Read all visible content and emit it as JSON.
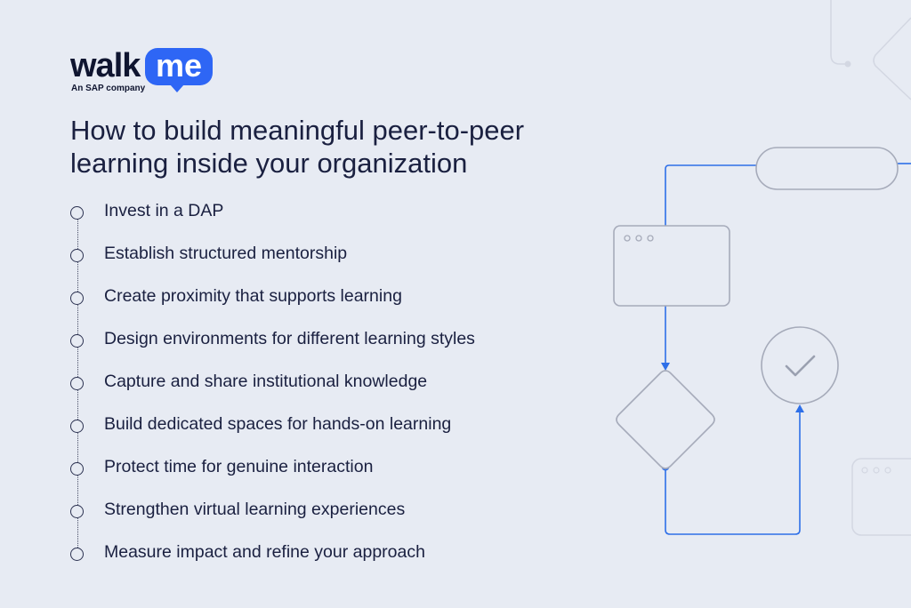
{
  "logo": {
    "word_left": "walk",
    "word_right": "me",
    "tagline": "An SAP company",
    "brand_color": "#2e66f5"
  },
  "title": "How to build meaningful peer-to-peer learning inside your organization",
  "items": [
    {
      "label": "Invest in a DAP"
    },
    {
      "label": "Establish structured mentorship"
    },
    {
      "label": "Create proximity that supports learning"
    },
    {
      "label": "Design environments for different learning styles"
    },
    {
      "label": "Capture and share institutional knowledge"
    },
    {
      "label": "Build dedicated spaces for hands-on learning"
    },
    {
      "label": "Protect time for genuine interaction"
    },
    {
      "label": "Strengthen virtual learning experiences"
    },
    {
      "label": "Measure impact and refine your approach"
    }
  ],
  "diagram": {
    "icons": [
      "browser-window-icon",
      "decision-diamond-icon",
      "checkmark-icon",
      "pill-node"
    ],
    "line_color": "#2e6fe8",
    "shape_stroke": "#a6abba"
  }
}
